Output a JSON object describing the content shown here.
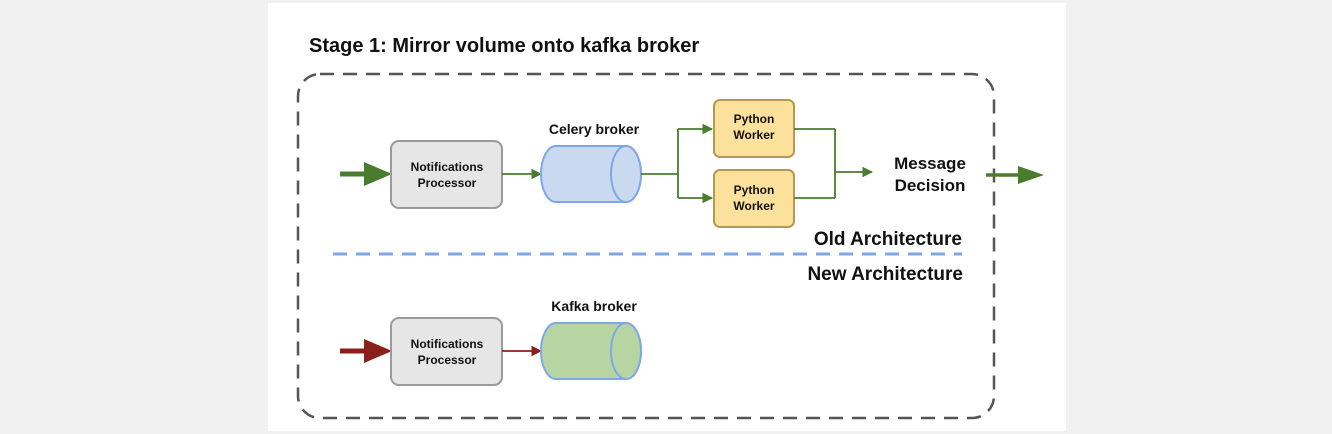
{
  "title": "Stage 1: Mirror volume onto kafka broker",
  "old": {
    "processor": [
      "Notifications",
      "Processor"
    ],
    "broker_label": "Celery broker",
    "worker_top": [
      "Python",
      "Worker"
    ],
    "worker_bottom": [
      "Python",
      "Worker"
    ],
    "decision": [
      "Message",
      "Decision"
    ]
  },
  "old_architecture_label": "Old Architecture",
  "new_architecture_label": "New Architecture",
  "new": {
    "processor": [
      "Notifications",
      "Processor"
    ],
    "broker_label": "Kafka broker"
  },
  "colors": {
    "green_arrow": "#4a7c2f",
    "red_arrow": "#8b1f1a",
    "celery_fill": "#c9daf0",
    "kafka_fill": "#b7d4a3",
    "cylinder_stroke": "#7fa6e8",
    "worker_fill": "#fbe19b",
    "worker_stroke": "#b39a50",
    "processor_fill": "#e6e6e6",
    "processor_stroke": "#9a9a9a",
    "divider": "#7fa6e8"
  }
}
